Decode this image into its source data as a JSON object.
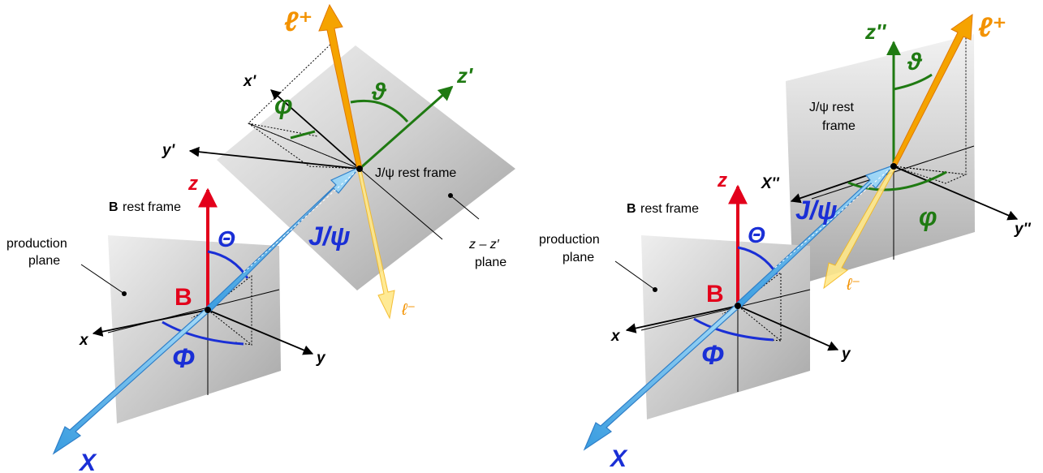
{
  "colors": {
    "red": "#e3001b",
    "blue": "#1a2fd6",
    "light_blue": "#5db4ea",
    "green": "#1f7a12",
    "orange": "#f39200",
    "yellow": "#f8d200",
    "plane_gray": "#b8b8b8"
  },
  "left": {
    "lepton_plus": "ℓ⁺",
    "lepton_minus": "ℓ⁻",
    "axis_x_prime": "x'",
    "axis_y_prime": "y'",
    "axis_z_prime": "z'",
    "angle_phi": "φ",
    "angle_theta": "ϑ",
    "jpsi_frame_label": "J/ψ rest frame",
    "b_frame_bold": "B",
    "b_frame_rest": "rest frame",
    "axis_z": "z",
    "axis_x": "x",
    "axis_y": "y",
    "angle_Theta": "Θ",
    "angle_Phi": "Φ",
    "b_label": "B",
    "jpsi_arrow_label": "J/ψ",
    "x_arrow_label": "X",
    "production_plane_line1": "production",
    "production_plane_line2": "plane",
    "zz_plane_line1": "z – z′",
    "zz_plane_line2": "plane"
  },
  "right": {
    "axis_z_dprime": "z''",
    "angle_theta": "ϑ",
    "lepton_plus": "ℓ⁺",
    "lepton_minus": "ℓ⁻",
    "jpsi_frame_line1": "J/ψ rest",
    "jpsi_frame_line2": "frame",
    "axis_x_dprime": "X''",
    "axis_y_dprime": "y''",
    "angle_phi": "φ",
    "jpsi_arrow_label": "J/ψ",
    "b_frame_bold": "B",
    "b_frame_rest": "rest frame",
    "axis_z": "z",
    "axis_x": "x",
    "axis_y": "y",
    "angle_Theta": "Θ",
    "angle_Phi": "Φ",
    "b_label": "B",
    "x_arrow_label": "X",
    "production_plane_line1": "production",
    "production_plane_line2": "plane"
  }
}
